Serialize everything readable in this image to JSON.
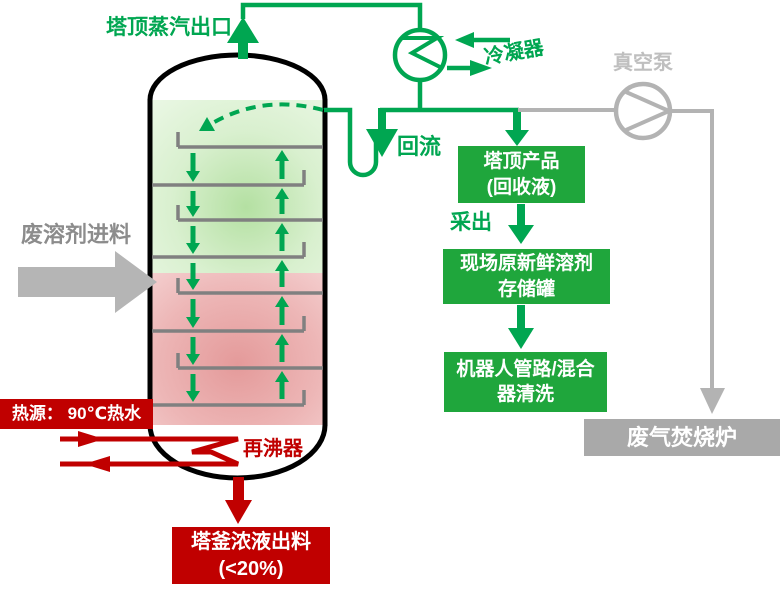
{
  "labels": {
    "top_vapor_outlet": "塔顶蒸汽出口",
    "condenser": "冷凝器",
    "vacuum_pump": "真空泵",
    "reflux": "回流",
    "draw_off": "采出",
    "waste_solvent_feed": "废溶剂进料",
    "reboiler": "再沸器"
  },
  "boxes": {
    "overhead_product": {
      "lines": [
        "塔顶产品",
        "(回收液)"
      ]
    },
    "fresh_solvent_tank": {
      "lines": [
        "现场原新鲜溶剂",
        "存储罐"
      ]
    },
    "robot_cleaning": {
      "lines": [
        "机器人管路/混合",
        "器清洗"
      ]
    },
    "incinerator": {
      "label": "废气焚烧炉"
    },
    "heat_source": {
      "label": "热源： 90℃热水"
    },
    "bottoms_output": {
      "lines": [
        "塔釜浓液出料",
        "(<20%)"
      ]
    }
  },
  "colors": {
    "pipe_green": "#00A651",
    "box_green": "#1FA63C",
    "red": "#C00000",
    "gray": "#B3B3B3",
    "incinerator_gray": "#A9A9A9",
    "feed_text_gray": "#8C8C8C",
    "pump_text_gray": "#BFBFBF",
    "tray_gray": "#808080"
  }
}
